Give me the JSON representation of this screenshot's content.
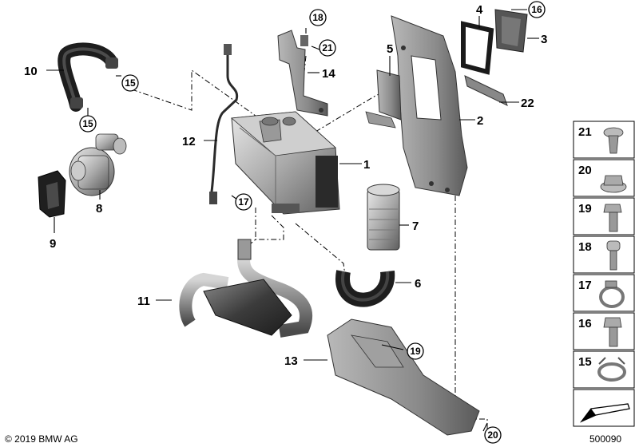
{
  "diagram": {
    "callouts": [
      "1",
      "2",
      "3",
      "4",
      "5",
      "6",
      "7",
      "8",
      "9",
      "10",
      "11",
      "12",
      "13",
      "14"
    ],
    "circled_callouts": [
      "15",
      "15",
      "16",
      "17",
      "18",
      "19",
      "20",
      "21"
    ],
    "legend": [
      "21",
      "20",
      "19",
      "18",
      "17",
      "16",
      "15"
    ]
  },
  "footer": {
    "copyright": "© 2019 BMW AG",
    "diagram_number": "500090"
  }
}
